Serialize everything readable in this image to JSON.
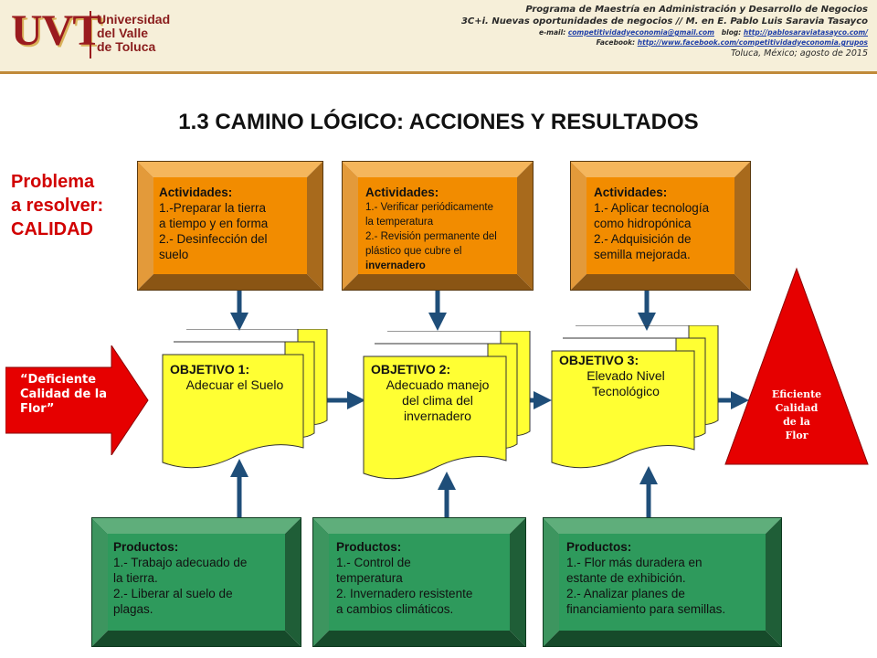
{
  "header": {
    "logo_mark": "UVT",
    "logo_line1": "Universidad",
    "logo_line2": "del Valle",
    "logo_line3": "de Toluca",
    "program": "Programa de Maestría en Administración y Desarrollo de Negocios",
    "course": "3C+i. Nuevas oportunidades de negocios // M. en E. Pablo Luis Saravia Tasayco",
    "email_label": "e-mail:",
    "email": "competitividadyeconomia@gmail.com",
    "blog_label": "blog:",
    "blog": "http://pablosaraviatasayco.com/",
    "facebook_label": "Facebook:",
    "facebook": "http://www.facebook.com/competitividadyeconomia.grupos",
    "place_date": "Toluca, México; agosto de 2015"
  },
  "title": "1.3 CAMINO LÓGICO: ACCIONES Y RESULTADOS",
  "problem": {
    "line1": "Problema",
    "line2": "a resolver:",
    "line3": "CALIDAD"
  },
  "start": {
    "line1": "“Deficiente",
    "line2": "Calidad de la",
    "line3": "Flor”"
  },
  "end": {
    "line1": "Eficiente",
    "line2": "Calidad",
    "line3": "de la",
    "line4": "Flor"
  },
  "activities": [
    {
      "heading": "Actividades:",
      "lines": [
        "1.-Preparar la tierra",
        "a tiempo y en forma",
        "2.- Desinfección del",
        "suelo"
      ]
    },
    {
      "heading": "Actividades:",
      "lines": [
        "1.- Verificar periódicamente",
        "la temperatura",
        "2.- Revisión permanente del",
        "plástico que cubre el",
        "invernadero"
      ]
    },
    {
      "heading": "Actividades:",
      "lines": [
        "1.- Aplicar tecnología",
        "como hidropónica",
        "2.- Adquisición de",
        "semilla mejorada."
      ]
    }
  ],
  "objectives": [
    {
      "heading": "OBJETIVO 1:",
      "lines": [
        "Adecuar el Suelo"
      ]
    },
    {
      "heading": "OBJETIVO 2:",
      "lines": [
        "Adecuado manejo",
        "del clima del",
        "invernadero"
      ]
    },
    {
      "heading": "OBJETIVO 3:",
      "lines": [
        "Elevado Nivel",
        "Tecnológico"
      ]
    }
  ],
  "products": [
    {
      "heading": "Productos:",
      "lines": [
        "1.- Trabajo adecuado de",
        "la tierra.",
        "2.- Liberar al suelo de",
        "plagas."
      ]
    },
    {
      "heading": "Productos:",
      "lines": [
        "1.- Control de",
        "temperatura",
        "2. Invernadero resistente",
        "a cambios climáticos."
      ]
    },
    {
      "heading": "Productos:",
      "lines": [
        "1.- Flor más duradera en",
        "estante de exhibición.",
        "2.- Analizar planes de",
        "financiamiento para semillas."
      ]
    }
  ],
  "colors": {
    "activity_face": "#f28c00",
    "activity_bevel": "#d9973d",
    "product_face": "#2e8b57",
    "product_bevel": "#1d6b3e",
    "objective": "#ffff33",
    "connector": "#1f4e79",
    "start_arrow": "#e60000",
    "end_triangle": "#e60000",
    "title_red": "#d10000"
  }
}
